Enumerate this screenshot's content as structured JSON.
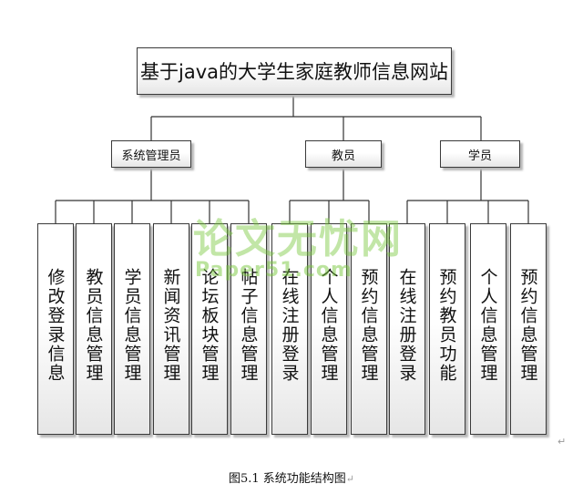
{
  "root": "基于java的大学生家庭教师信息网站",
  "branches": [
    {
      "label": "系统管理员",
      "leaves": [
        "修改登录信息",
        "教员信息管理",
        "学员信息管理",
        "新闻资讯管理",
        "论坛板块管理",
        "帖子信息管理"
      ]
    },
    {
      "label": "教员",
      "leaves": [
        "在线注册登录",
        "个人信息管理",
        "预约信息管理"
      ]
    },
    {
      "label": "学员",
      "leaves": [
        "在线注册登录",
        "预约教员功能",
        "个人信息管理",
        "预约信息管理"
      ]
    }
  ],
  "caption": "图5.1  系统功能结构图",
  "watermark": {
    "line1": "论文无忧网",
    "line2": "Paper51.com"
  },
  "marks": {
    "return": "↵"
  }
}
